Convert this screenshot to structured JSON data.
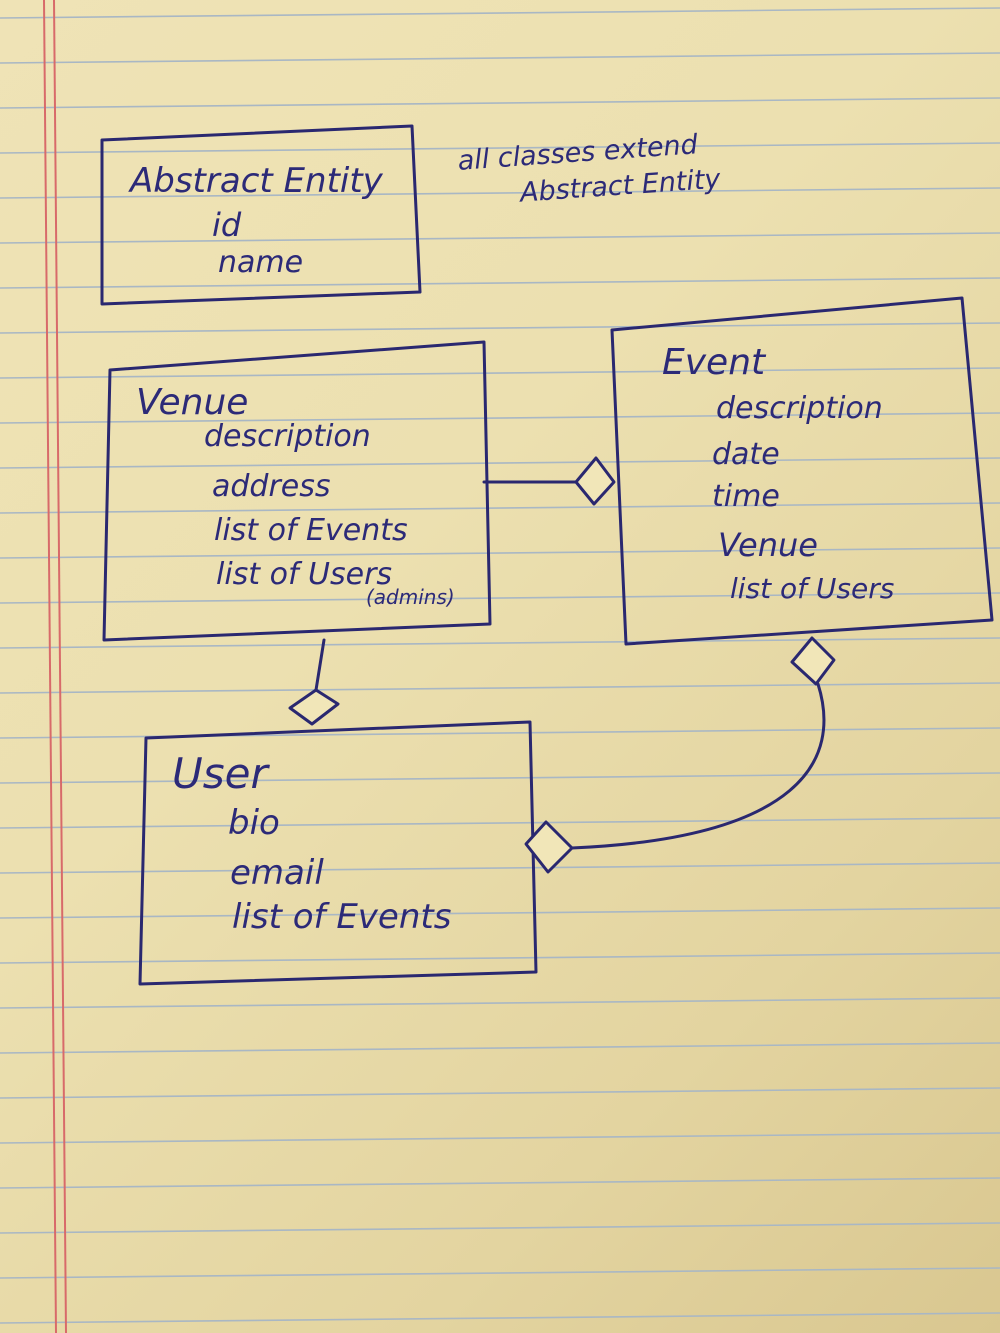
{
  "note": {
    "line1": "all classes extend",
    "line2": "Abstract Entity"
  },
  "classes": {
    "abstract_entity": {
      "name": "Abstract Entity",
      "fields": [
        "id",
        "name"
      ]
    },
    "venue": {
      "name": "Venue",
      "fields": [
        "description",
        "address",
        "list of Events",
        "list of Users"
      ],
      "annotation": "(admins)"
    },
    "event": {
      "name": "Event",
      "fields": [
        "description",
        "date",
        "time",
        "Venue",
        "list of Users"
      ]
    },
    "user": {
      "name": "User",
      "fields": [
        "bio",
        "email",
        "list of Events"
      ]
    }
  },
  "colors": {
    "paper": "#ece0b0",
    "ruled_line": "#a9b7c4",
    "margin_line": "#d86a6a",
    "ink": "#2c2a78"
  }
}
